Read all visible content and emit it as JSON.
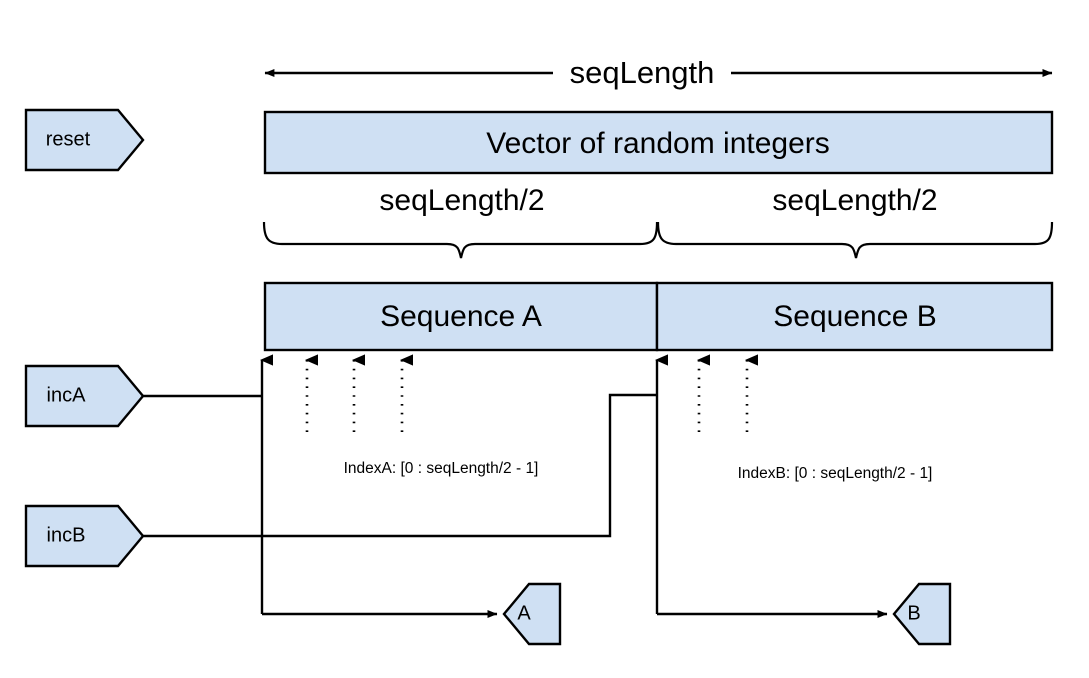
{
  "diagram": {
    "title_span": {
      "label": "seqLength"
    },
    "vector_box": {
      "label": "Vector of random integers"
    },
    "half_labels": {
      "left": "seqLength/2",
      "right": "seqLength/2"
    },
    "sequence_boxes": [
      {
        "label": "Sequence A"
      },
      {
        "label": "Sequence B"
      }
    ],
    "index_labels": {
      "a": "IndexA: [0 : seqLength/2 - 1]",
      "b": "IndexB: [0 : seqLength/2 - 1]"
    },
    "signals": [
      {
        "id": "reset",
        "label": "reset"
      },
      {
        "id": "incA",
        "label": "incA"
      },
      {
        "id": "incB",
        "label": "incB"
      }
    ],
    "outputs": [
      {
        "id": "A",
        "label": "A"
      },
      {
        "id": "B",
        "label": "B"
      }
    ],
    "colors": {
      "shape_fill": "#cfe0f3",
      "stroke": "#000000",
      "background": "#ffffff",
      "text": "#000000"
    }
  }
}
